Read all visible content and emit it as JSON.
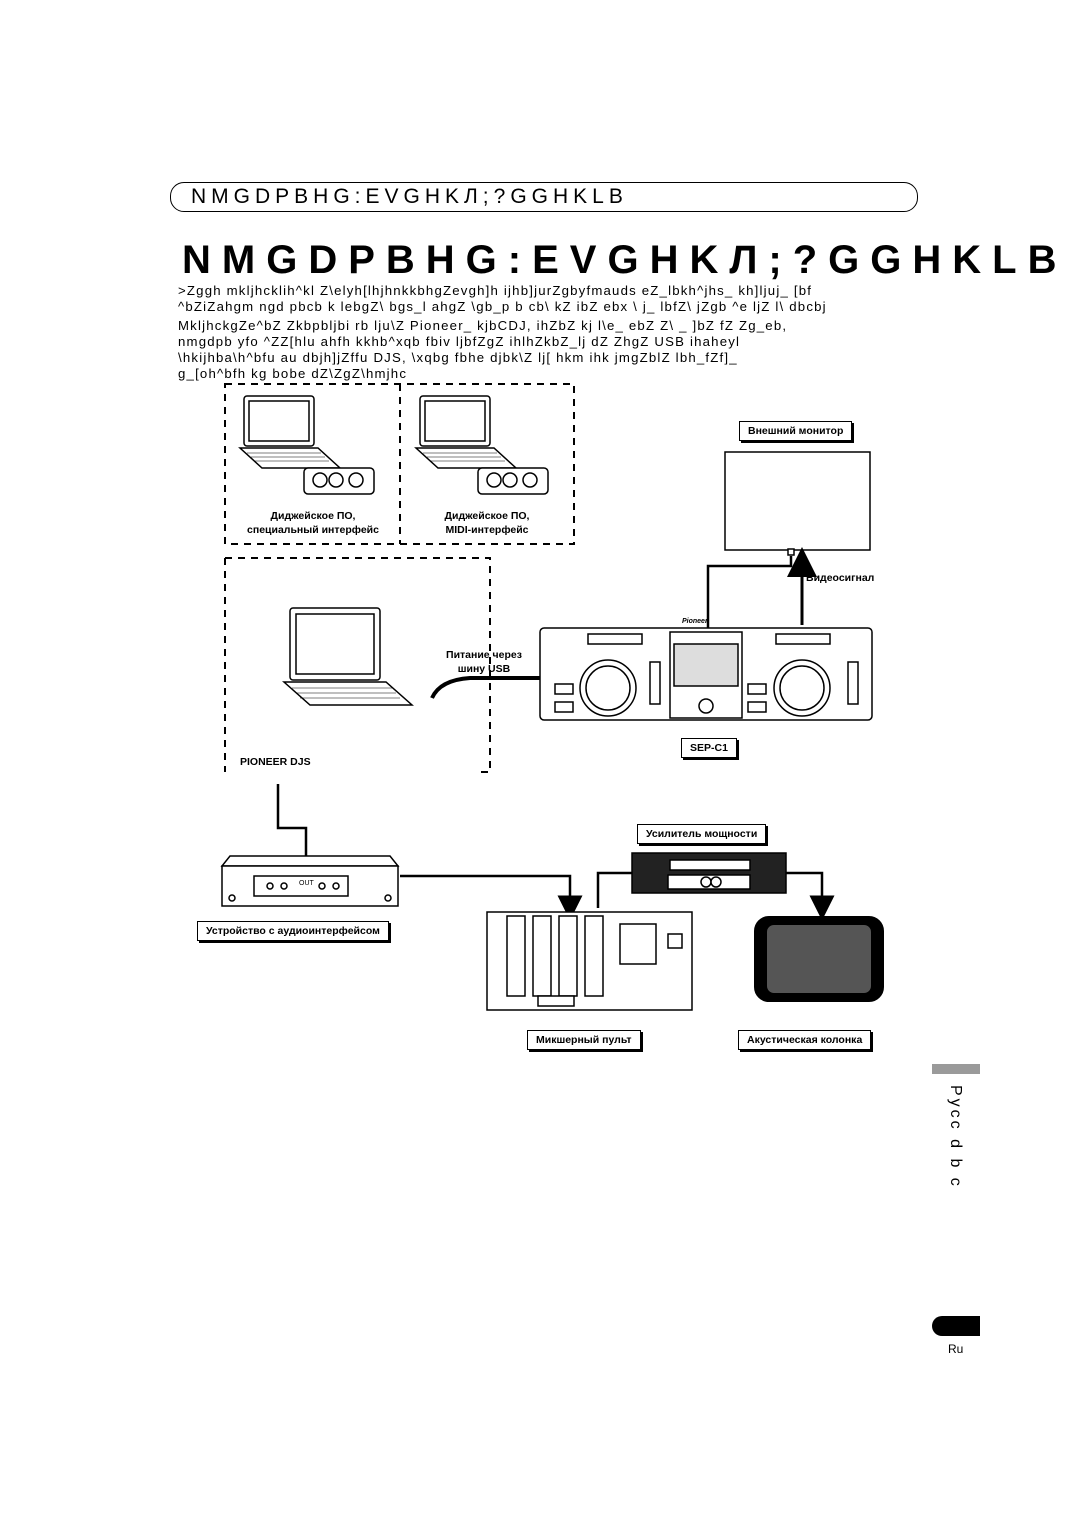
{
  "header": {
    "section_bar": "NMGDPBHG:EVGHKЛ;?GGHKLB",
    "title": "NMGDPBHG:EVGHKЛ;?GGHKLB"
  },
  "body": {
    "para1_line1": ">Zggh mkljhcklih^kl Z\\elyh[lhjhnkkbhgZevgh]h ijhb]jurZgbyfmauds eZ_lbkh^jhs_ kh]ljuj_ [bf",
    "para1_line2": "^bZiZahgm ngd pbcb k lebgZ\\ bgs_l ahgZ \\gb_p b cb\\ kZ ibZ ebx \\ j_ lbfZ\\ jZgb ^e ljZ l\\ dbcbj",
    "para2_line1": "MkljhckgZe^bZ Zkbpbljbi rb lju\\Z Pioneer_ kjbCDJ, ihZbZ kj l\\e_ ebZ Z\\ _ ]bZ fZ Zg_eb,",
    "para2_line2": "nmgdpb yfo ^ZZ[hlu ahfh kkhb^xqb fbiv ljbfZgZ ihlhZkbZ_lj dZ ZhgZ USB ihaheyl",
    "para2_line3": "\\hkijhba\\h^bfu au dbjh]jZffu DJS, \\xqbg fbhe djbk\\Z lj[ hkm ihk jmgZblZ lbh_fZf]_",
    "para2_line4": "g_[oh^bfh kg bobe dZ\\ZgZ\\hmjhc"
  },
  "labels": {
    "laptop1_caption_1": "Диджейское ПО,",
    "laptop1_caption_2": "специальный интерфейс",
    "laptop2_caption_1": "Диджейское ПО,",
    "laptop2_caption_2": "MIDI-интерфейс",
    "monitor_label": "Внешний монитор",
    "video_signal": "Видеосигнал",
    "usb_power_1": "Питание через",
    "usb_power_2": "шину USB",
    "pioneer_djs": "PIONEER DJS",
    "sep_c1": "SEP-C1",
    "amplifier": "Усилитель мощности",
    "audio_interface": "Устройство с аудиоинтерфейсом",
    "mixer": "Микшерный пульт",
    "speaker": "Акустическая колонка",
    "out_label": "OUT",
    "brand": "Pioneer"
  },
  "footer": {
    "language_vertical": "Pycc d b c",
    "language_code": "Ru"
  }
}
